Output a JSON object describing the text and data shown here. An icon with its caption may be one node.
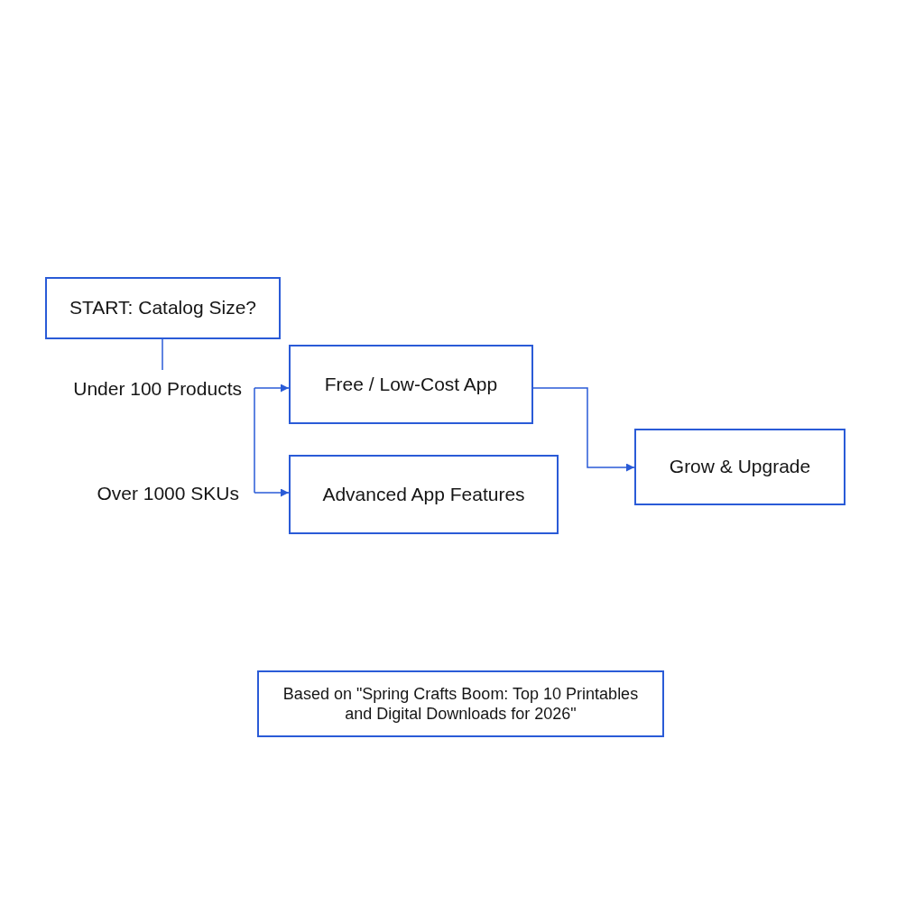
{
  "diagram": {
    "nodes": [
      {
        "text": [
          "START: Catalog Size?"
        ]
      },
      {
        "text": [
          "Under 100 Products"
        ]
      },
      {
        "text": [
          "Over 1000 SKUs"
        ]
      },
      {
        "text": [
          "Free / Low-Cost App"
        ]
      },
      {
        "text": [
          "Advanced App Features"
        ]
      },
      {
        "text": [
          "Grow & Upgrade"
        ]
      },
      {
        "text": [
          "Based on \"Spring Crafts Boom: Top 10 Printables and Digital Downloads for 2026\""
        ]
      }
    ],
    "edges": [
      {
        "from": 0,
        "to": 1,
        "arrow": "none"
      },
      {
        "from": 1,
        "to": 3,
        "arrow": "to"
      },
      {
        "from": 2,
        "to": 4,
        "arrow": "to"
      },
      {
        "from": 3,
        "to": 5,
        "arrow": "to"
      }
    ]
  }
}
